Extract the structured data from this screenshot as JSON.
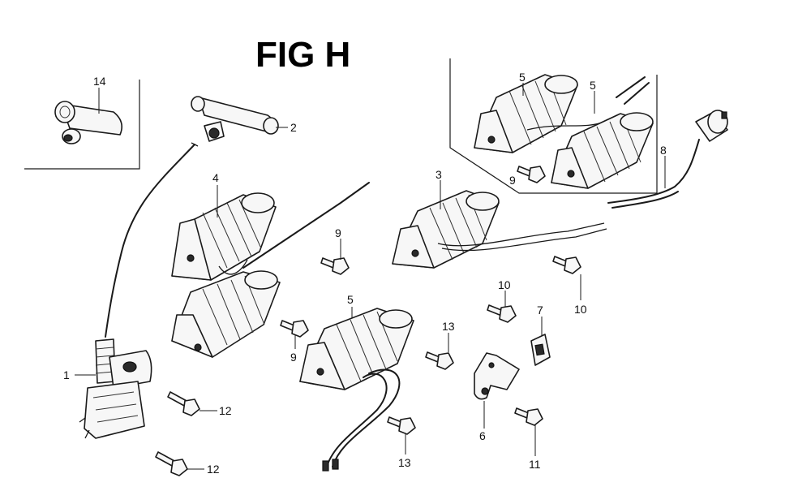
{
  "title": "FIG H",
  "callouts": {
    "c1": "1",
    "c2": "2",
    "c3": "3",
    "c4": "4",
    "c5a": "5",
    "c5b": "5",
    "c5c": "5",
    "c6a": "6",
    "c7": "7",
    "c8": "8",
    "c9a": "9",
    "c9b": "9",
    "c9c": "9",
    "c10a": "10",
    "c10b": "10",
    "c11": "11",
    "c12a": "12",
    "c12b": "12",
    "c13a": "13",
    "c13b": "13",
    "c14": "14"
  }
}
